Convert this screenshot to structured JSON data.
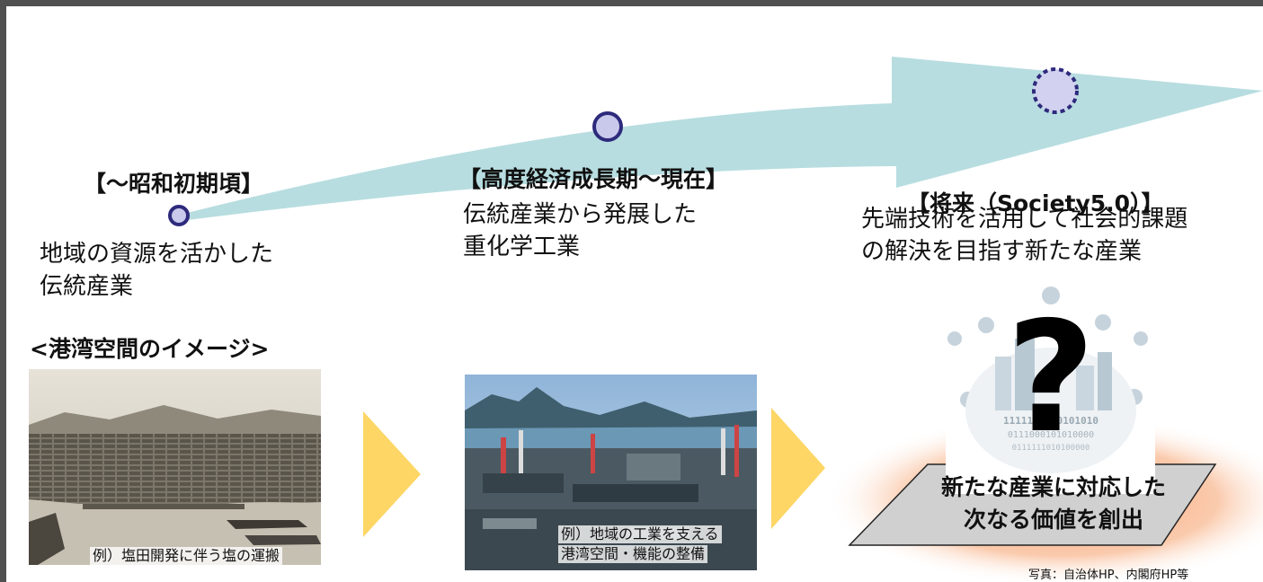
{
  "eras": [
    {
      "title": "【～昭和初期頃】",
      "description_lines": [
        "地域の資源を活かした",
        "伝統産業"
      ]
    },
    {
      "title": "【高度経済成長期～現在】",
      "description_lines": [
        "伝統産業から発展した",
        "重化学工業"
      ]
    },
    {
      "title": "【将来（Society5.0）】",
      "description_lines": [
        "先端技術を活用して社会的課題",
        "の解決を目指す新たな産業"
      ]
    }
  ],
  "section_heading": "<港湾空間のイメージ>",
  "photos": [
    {
      "caption_lines": [
        "例）塩田開発に伴う塩の運搬"
      ]
    },
    {
      "caption_lines": [
        "例）地域の工業を支える",
        "港湾空間・機能の整備"
      ]
    }
  ],
  "future_panel": {
    "mark": "?",
    "binary_lines": [
      "1111111010101010",
      "0111000101010000",
      "0111111010100000"
    ]
  },
  "result_box": {
    "lines": [
      "新たな産業に対応した",
      "次なる価値を創出"
    ]
  },
  "credit": "写真：自治体HP、内閣府HP等",
  "colors": {
    "arrow": "#b7dde0",
    "chevron": "#fdd665",
    "marker_stroke": "#2e2a7c",
    "marker_fill": "#c9c9ec",
    "glow": "#f6a070",
    "result_fill": "#d0d0d0"
  }
}
